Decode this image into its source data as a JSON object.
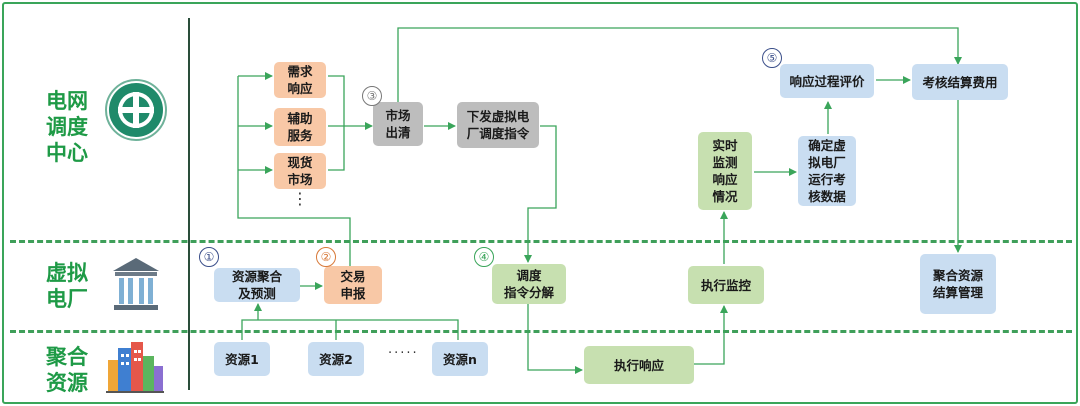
{
  "lanes": {
    "grid_center": "电网\n调度\n中心",
    "vpp": "虚拟\n电厂",
    "resources": "聚合\n资源"
  },
  "nodes": {
    "demand_response": "需求\n响应",
    "aux_service": "辅助\n服务",
    "spot_market": "现货\n市场",
    "market_clearing": "市场\n出清",
    "dispatch_command": "下发虚拟电\n厂调度指令",
    "resource_aggregation": "资源聚合\n及预测",
    "trade_declaration": "交易\n申报",
    "command_decompose": "调度\n指令分解",
    "execute_response": "执行响应",
    "execute_monitor": "执行监控",
    "realtime_monitor": "实时\n监测\n响应\n情况",
    "confirm_data": "确定虚\n拟电厂\n运行考\n核数据",
    "response_eval": "响应过程评价",
    "assessment_fee": "考核结算费用",
    "settlement_mgmt": "聚合资源\n结算管理",
    "resource1": "资源1",
    "resource2": "资源2",
    "resourcen": "资源n"
  },
  "dots": {
    "vertical": "⋮",
    "horizontal": "·····"
  },
  "steps": {
    "s1": "①",
    "s2": "②",
    "s3": "③",
    "s4": "④",
    "s5": "⑤"
  },
  "colors": {
    "lane_text": "#1e9a46",
    "line": "#3aa55a",
    "orange": "#f8c8a6",
    "gray": "#bdbdbd",
    "green": "#c7e0b0",
    "blue": "#c9ddf1"
  }
}
